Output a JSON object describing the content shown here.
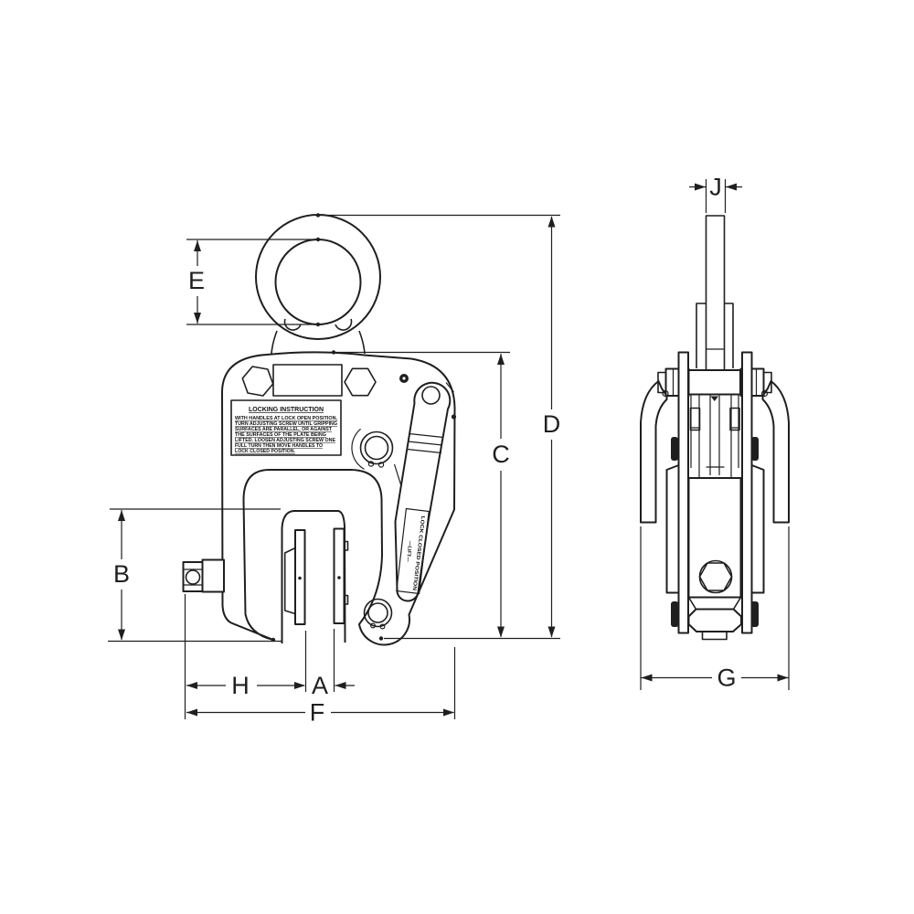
{
  "drawing": {
    "kind": "plate-clamp dimensional line drawing, front and side views",
    "colors": {
      "line": "#1f1f1f",
      "background": "#ffffff"
    },
    "dimensions": {
      "A": "A",
      "B": "B",
      "C": "C",
      "D": "D",
      "E": "E",
      "F": "F",
      "G": "G",
      "H": "H",
      "J": "J"
    },
    "locking_label": {
      "title": "LOCKING INSTRUCTION",
      "lines": [
        "WITH HANDLES AT LOCK OPEN POSITION,",
        "TURN ADJUSTING SCREW UNTIL GRIPPING",
        "SURFACES ARE PARALLEL, OR AGAINST",
        "THE SURFACES OF THE PLATE BEING",
        "LIFTED. LOOSEN ADJUSTING SCREW ONE",
        "FULL TURN THEN MOVE HANDLES TO",
        "LOCK CLOSED POSITION."
      ]
    },
    "handle_label": {
      "line1": "LOCK CLOSED POSITION",
      "line2": "—LIFT—"
    }
  }
}
